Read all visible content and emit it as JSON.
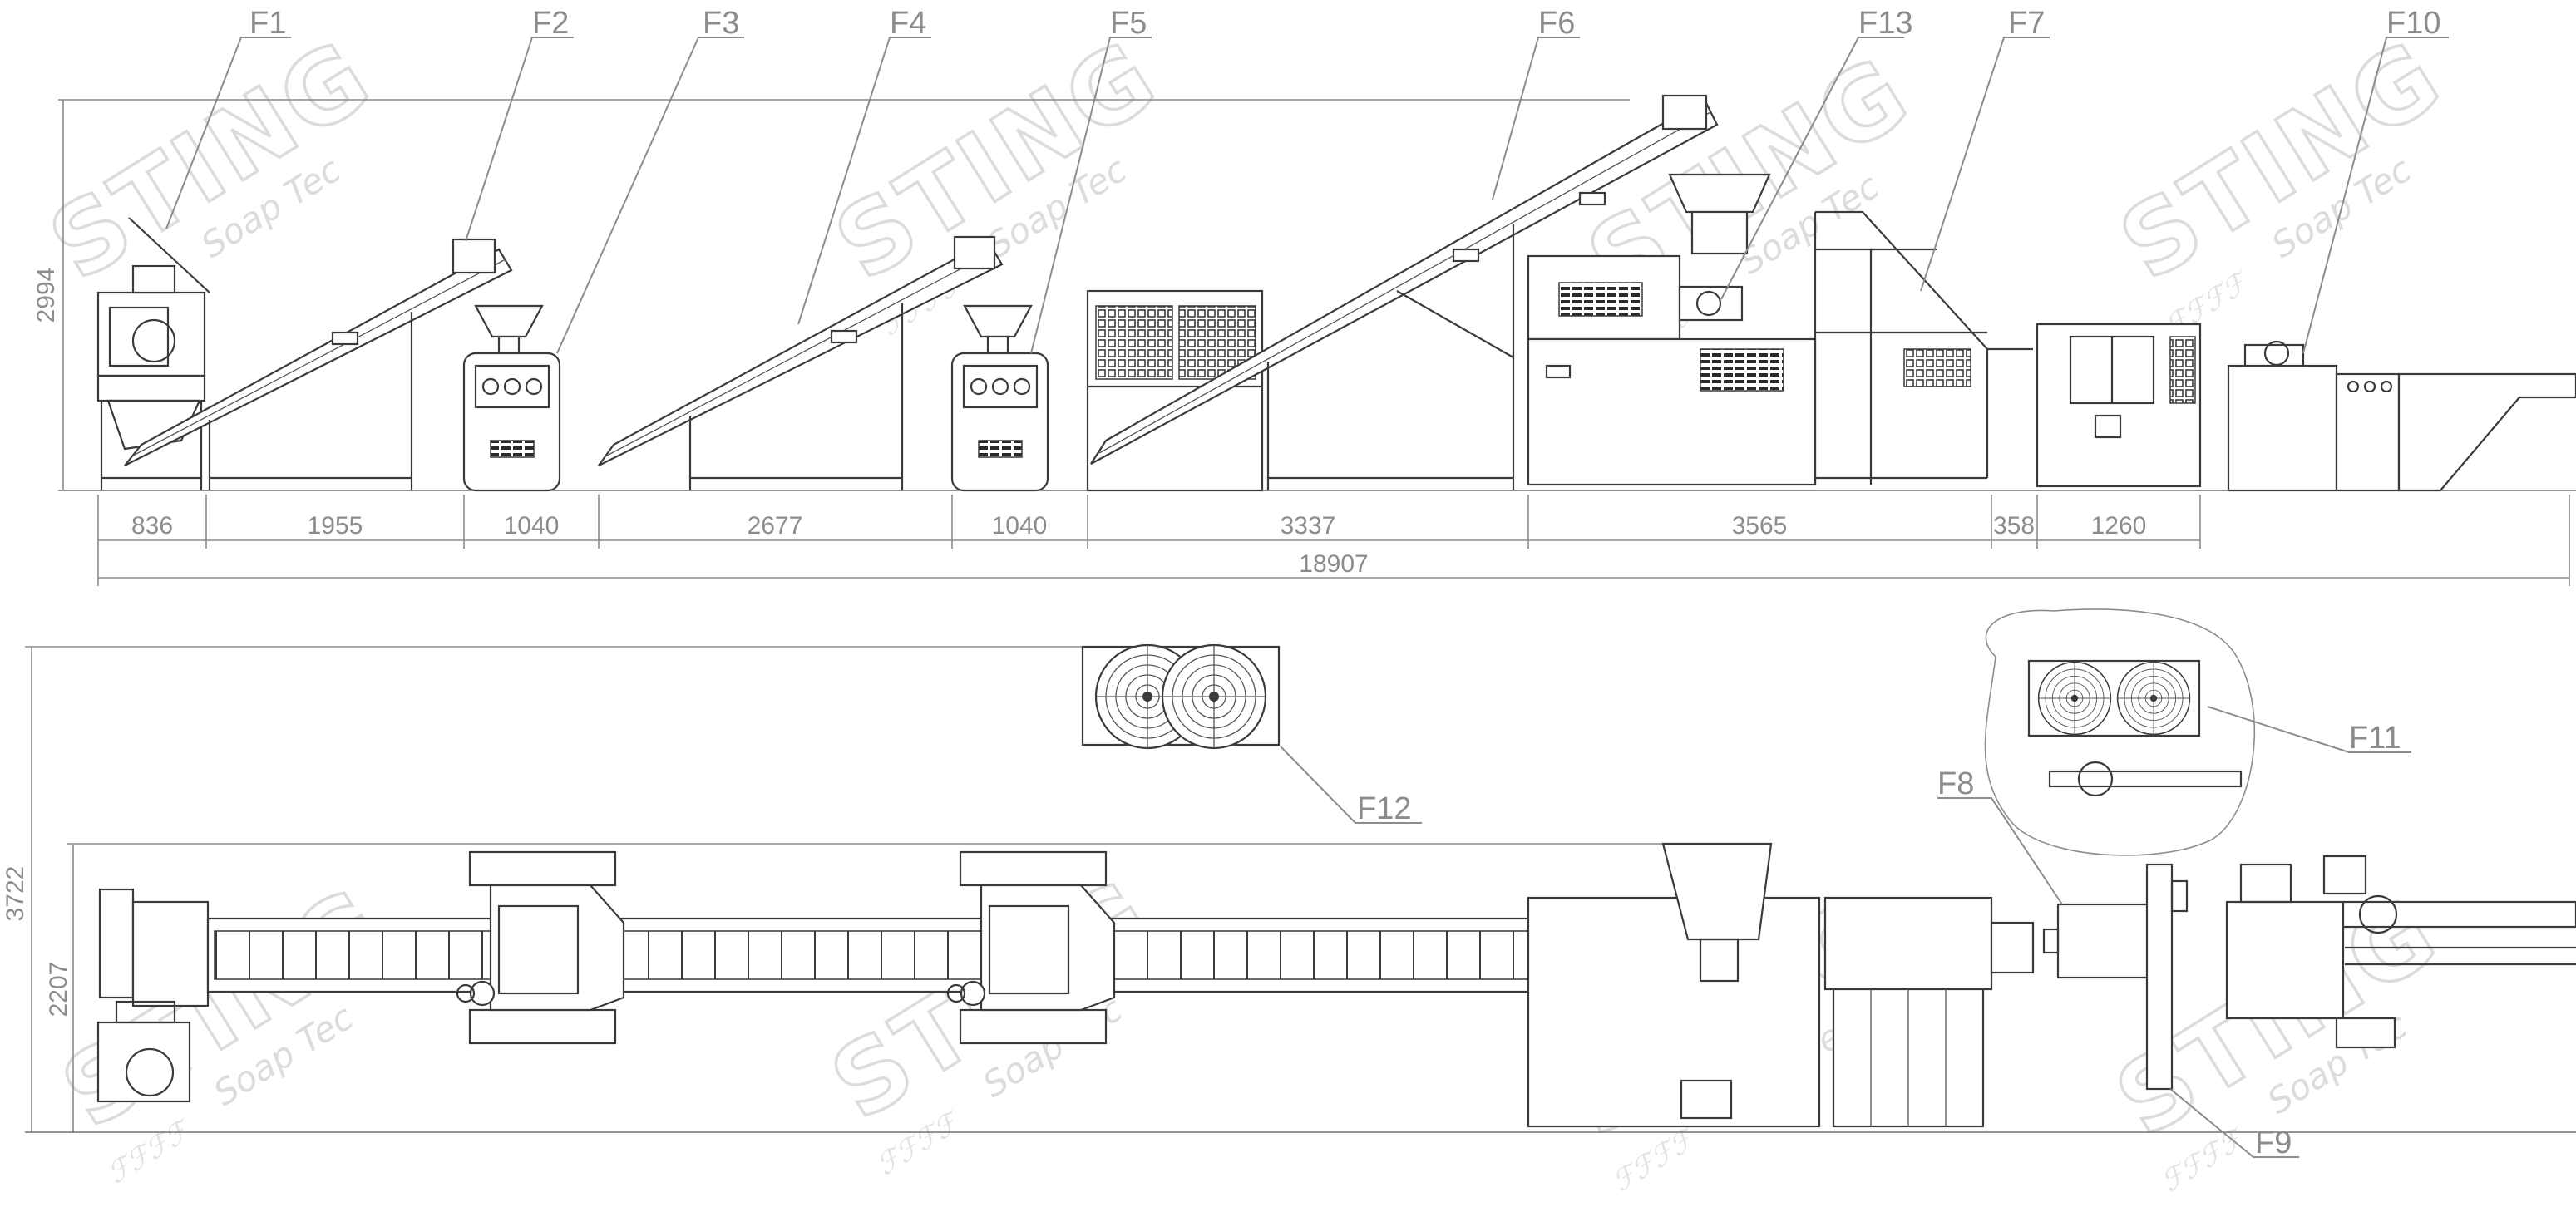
{
  "labels": {
    "f1": "F1",
    "f2": "F2",
    "f3": "F3",
    "f4": "F4",
    "f5": "F5",
    "f6": "F6",
    "f7": "F7",
    "f8": "F8",
    "f9": "F9",
    "f10": "F10",
    "f11": "F11",
    "f12": "F12",
    "f13": "F13"
  },
  "dimensions": {
    "front_height": "2994",
    "segments": [
      "836",
      "1955",
      "1040",
      "2677",
      "1040",
      "3337",
      "3565",
      "358",
      "1260"
    ],
    "total_length": "18907",
    "top_height": "3722",
    "top_inner_height": "2207"
  },
  "watermark": {
    "brand": "STING",
    "tagline": "Soap Tec",
    "signature": "ℱℱℱℱ"
  },
  "colors": {
    "line": "#3a3a3a",
    "dimension": "#8c8c8c",
    "watermark": "#dcdcdc"
  }
}
